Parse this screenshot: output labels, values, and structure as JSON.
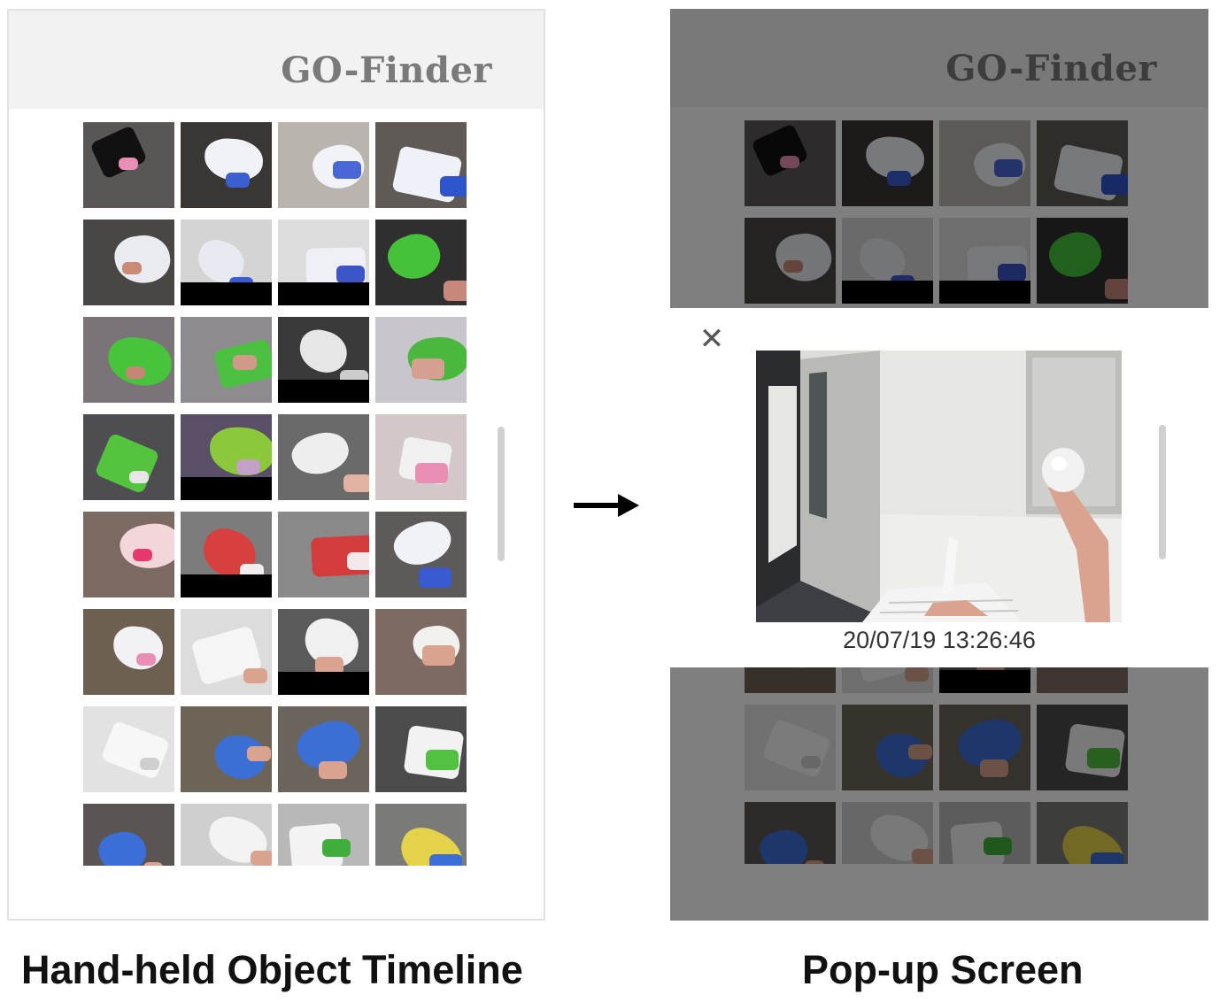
{
  "app": {
    "title": "GO-Finder"
  },
  "timeline_screen": {
    "caption": "Hand-held Object Timeline"
  },
  "popup_screen": {
    "caption": "Pop-up Screen",
    "close_icon": "close-icon",
    "timestamp": "20/07/19 13:26:46"
  },
  "transition_icon": "right-arrow-icon",
  "thumbnails": [
    {
      "bg": "#5a5656",
      "obj": "#111111",
      "accent": "#e98fb5"
    },
    {
      "bg": "#3a3634",
      "obj": "#f0f2f8",
      "accent": "#3b5fd0"
    },
    {
      "bg": "#b9b5ae",
      "obj": "#f1f3f8",
      "accent": "#4a67d6"
    },
    {
      "bg": "#5f5a55",
      "obj": "#eef1f7",
      "accent": "#2f55cc"
    },
    {
      "bg": "#4a4644",
      "obj": "#e8ebf0",
      "accent": "#c98a76"
    },
    {
      "bg": "#d4d4d4",
      "obj": "#e7eaf0",
      "accent": "#3d5bd0",
      "bar": true
    },
    {
      "bg": "#dcdcdc",
      "obj": "#eef0f6",
      "accent": "#3b55c4",
      "bar": true
    },
    {
      "bg": "#2f2f2f",
      "obj": "#45c23a",
      "accent": "#c7877a"
    },
    {
      "bg": "#7a7478",
      "obj": "#47c43c",
      "accent": "#c48775"
    },
    {
      "bg": "#8d8a90",
      "obj": "#4cc040",
      "accent": "#d19a88"
    },
    {
      "bg": "#3a3a3a",
      "obj": "#e6e6e6",
      "accent": "#cccccc",
      "bar": true
    },
    {
      "bg": "#c8c6cc",
      "obj": "#4ab83e",
      "accent": "#d6a090"
    },
    {
      "bg": "#4e4e52",
      "obj": "#54c43e",
      "accent": "#e6e6e6"
    },
    {
      "bg": "#5a4f66",
      "obj": "#8bc83a",
      "accent": "#c2a0c8",
      "bar": true
    },
    {
      "bg": "#6a6a6a",
      "obj": "#eeeeee",
      "accent": "#e2b2a2"
    },
    {
      "bg": "#d2c8c8",
      "obj": "#f0f0f0",
      "accent": "#e98fb5"
    },
    {
      "bg": "#7a6a62",
      "obj": "#f2d6da",
      "accent": "#e7386c"
    },
    {
      "bg": "#7c7c7c",
      "obj": "#d84040",
      "accent": "#f2eeee",
      "bar": true
    },
    {
      "bg": "#8a8a8a",
      "obj": "#d23c3c",
      "accent": "#f3e8ea"
    },
    {
      "bg": "#5d5a58",
      "obj": "#f0f2f8",
      "accent": "#3a5ad0"
    },
    {
      "bg": "#6e6050",
      "obj": "#f2f2f4",
      "accent": "#e98fb5"
    },
    {
      "bg": "#dcdcdc",
      "obj": "#f5f5f5",
      "accent": "#d9a38f"
    },
    {
      "bg": "#5a5a5a",
      "obj": "#f0f0f0",
      "accent": "#d9a38f",
      "bar": true
    },
    {
      "bg": "#7d6a62",
      "obj": "#f1f1f0",
      "accent": "#d9a38f"
    },
    {
      "bg": "#e2e2e2",
      "obj": "#f7f7f7",
      "accent": "#cfcfcf"
    },
    {
      "bg": "#6d6458",
      "obj": "#3c6fd4",
      "accent": "#d9a38f"
    },
    {
      "bg": "#6a645c",
      "obj": "#3c6fd4",
      "accent": "#d9a38f"
    },
    {
      "bg": "#4b4b4b",
      "obj": "#f2f2f2",
      "accent": "#52c040"
    },
    {
      "bg": "#5a5452",
      "obj": "#3b6ed6",
      "accent": "#d9a38f"
    },
    {
      "bg": "#cfcfcf",
      "obj": "#f3f3f3",
      "accent": "#d9a38f"
    },
    {
      "bg": "#b8b8b8",
      "obj": "#f3f3f3",
      "accent": "#3fae3a"
    },
    {
      "bg": "#7a7a78",
      "obj": "#e4d24a",
      "accent": "#3b6ed6"
    }
  ]
}
